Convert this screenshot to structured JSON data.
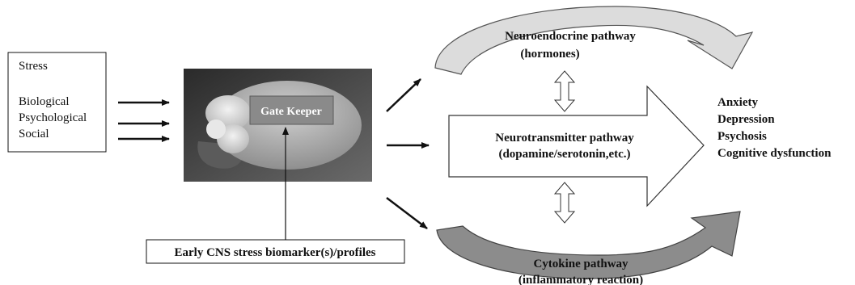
{
  "stress_box": {
    "title": "Stress",
    "factors": [
      "Biological",
      "Psychological",
      "Social"
    ]
  },
  "brain": {
    "gate_label": "Gate Keeper"
  },
  "biomarker_label": "Early CNS stress biomarker(s)/profiles",
  "pathways": {
    "neuroendocrine": {
      "line1": "Neuroendocrine pathway",
      "line2": "(hormones)"
    },
    "neurotransmitter": {
      "line1": "Neurotransmitter pathway",
      "line2": "(dopamine/serotonin,etc.)"
    },
    "cytokine": {
      "line1": "Cytokine pathway",
      "line2": "(inflammatory reaction)"
    }
  },
  "outcomes": [
    "Anxiety",
    "Depression",
    "Psychosis",
    "Cognitive dysfunction"
  ],
  "colors": {
    "neuroendocrine_fill": "#dcdcdc",
    "cytokine_fill": "#8c8c8c",
    "brain_box": "#3c3c3c",
    "gate_box": "#8a8a8a"
  }
}
